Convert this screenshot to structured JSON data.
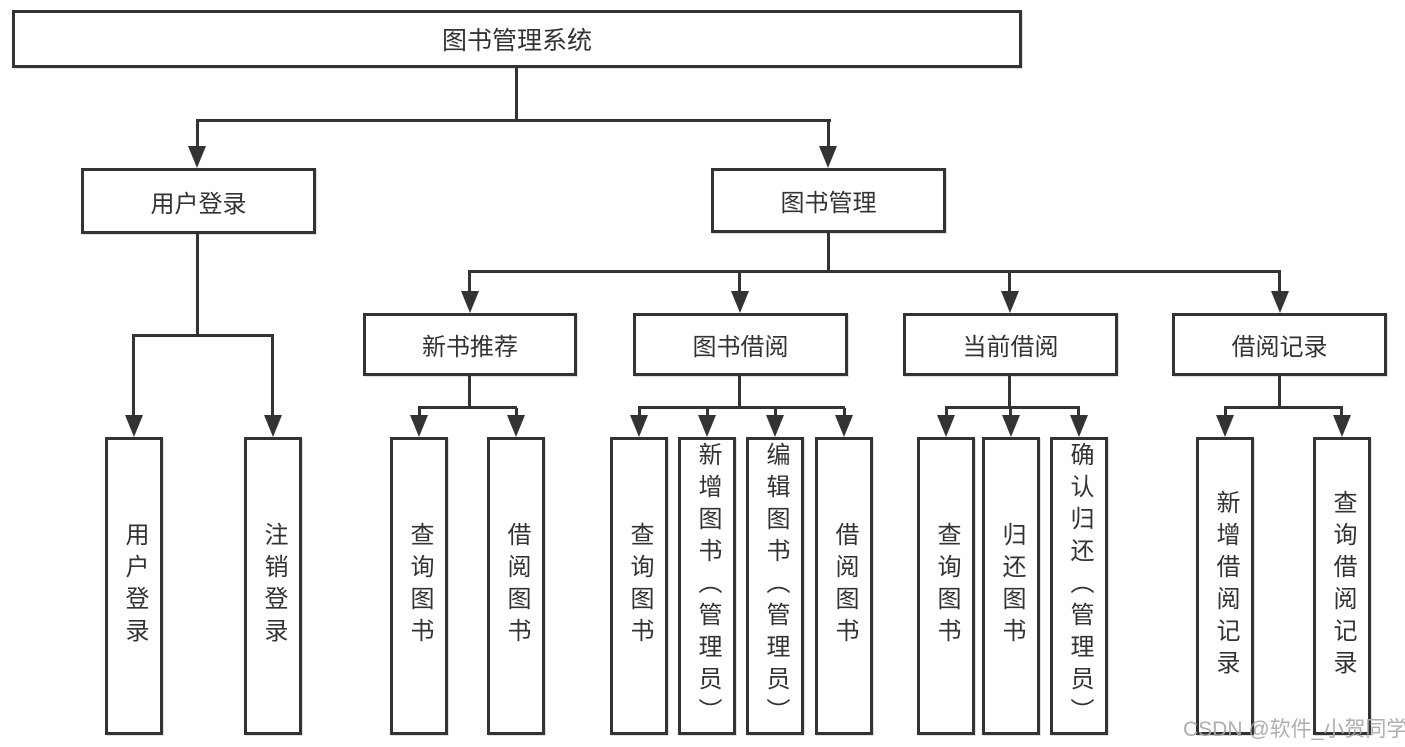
{
  "diagram": {
    "root": {
      "label": "图书管理系统",
      "children": [
        {
          "label": "用户登录",
          "children": [
            {
              "label": "用户登录"
            },
            {
              "label": "注销登录"
            }
          ]
        },
        {
          "label": "图书管理",
          "children": [
            {
              "label": "新书推荐",
              "children": [
                {
                  "label": "查询图书"
                },
                {
                  "label": "借阅图书"
                }
              ]
            },
            {
              "label": "图书借阅",
              "children": [
                {
                  "label": "查询图书"
                },
                {
                  "label": "新增图书（管理员）"
                },
                {
                  "label": "编辑图书（管理员）"
                },
                {
                  "label": "借阅图书"
                }
              ]
            },
            {
              "label": "当前借阅",
              "children": [
                {
                  "label": "查询图书"
                },
                {
                  "label": "归还图书"
                },
                {
                  "label": "确认归还（管理员）"
                }
              ]
            },
            {
              "label": "借阅记录",
              "children": [
                {
                  "label": "新增借阅记录"
                },
                {
                  "label": "查询借阅记录"
                }
              ]
            }
          ]
        }
      ]
    }
  },
  "watermark": {
    "text": "CSDN @软件_小贺同学"
  },
  "colors": {
    "line": "#333333",
    "text": "#333333",
    "box_fill": "#ffffff",
    "background": "#ffffff",
    "watermark": "#aaaaaa"
  }
}
